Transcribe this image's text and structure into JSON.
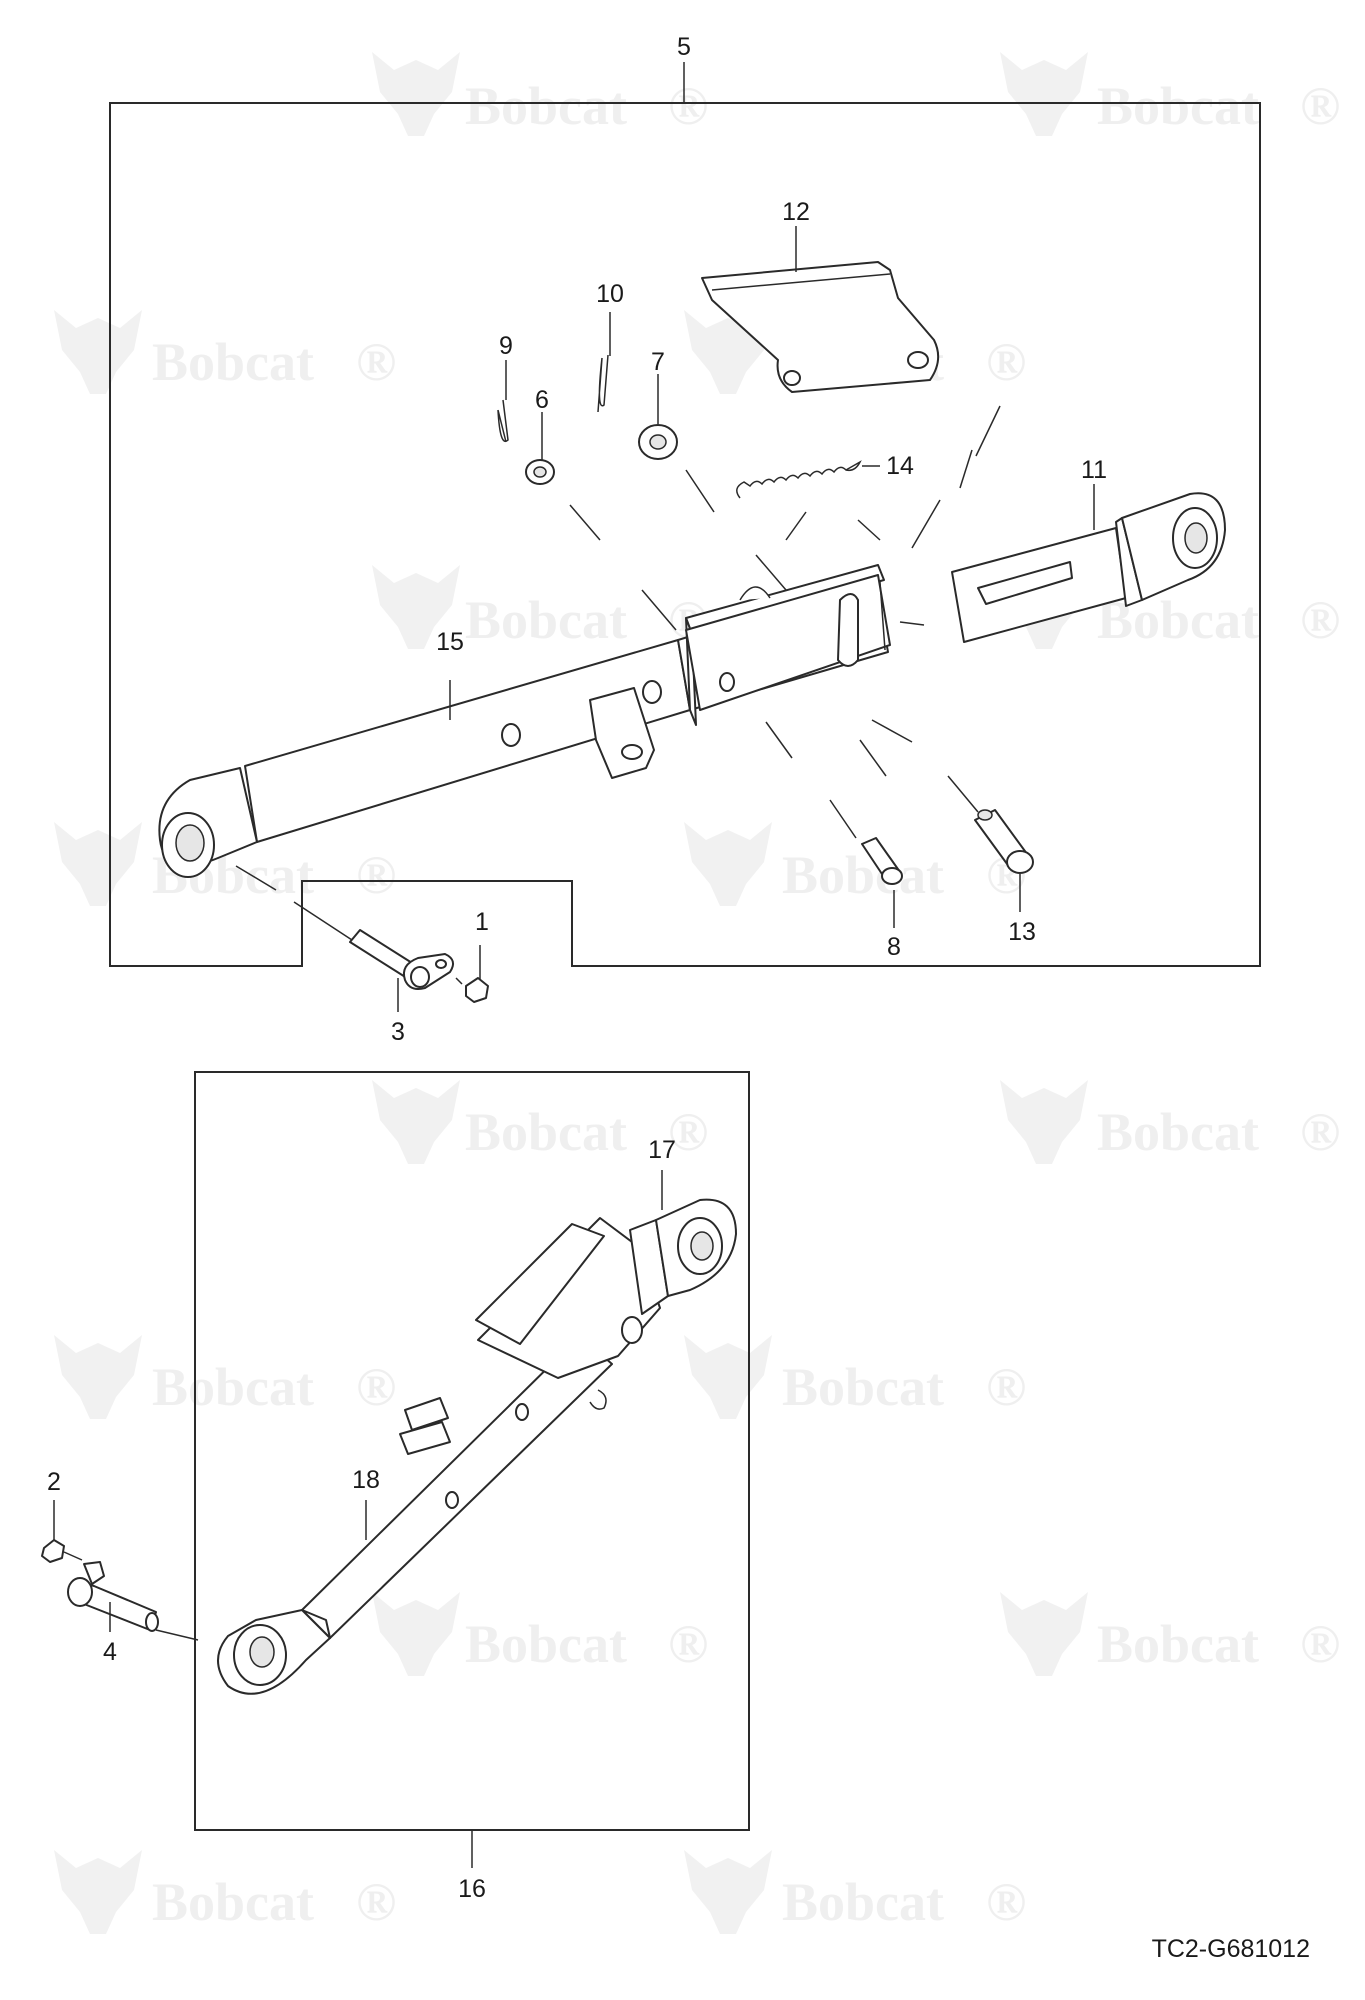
{
  "watermark": {
    "brand": "Bobcat",
    "registered_mark": "®",
    "logo_icon": "bobcat-head-logo"
  },
  "callouts": [
    "1",
    "2",
    "3",
    "4",
    "5",
    "6",
    "7",
    "8",
    "9",
    "10",
    "11",
    "12",
    "13",
    "14",
    "15",
    "16",
    "17",
    "18"
  ],
  "drawing_code": "TC2-G681012"
}
